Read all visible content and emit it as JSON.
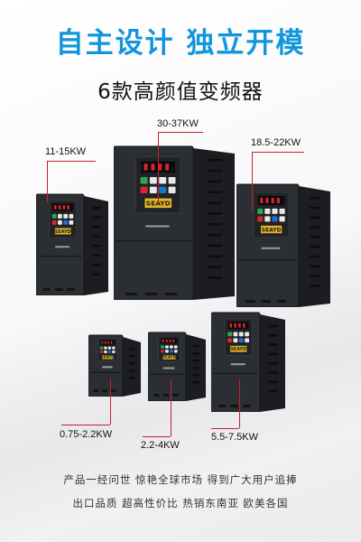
{
  "headline": "自主设计 独立开模",
  "subheadline": "6款高颜值变频器",
  "panel_brand": "SEAYD",
  "products": [
    {
      "power": "11-15KW"
    },
    {
      "power": "30-37KW"
    },
    {
      "power": "18.5-22KW"
    },
    {
      "power": "0.75-2.2KW"
    },
    {
      "power": "2.2-4KW"
    },
    {
      "power": "5.5-7.5KW"
    }
  ],
  "footer": {
    "line1": "产品一经问世 惊艳全球市场 得到广大用户追捧",
    "line2": "出口品质 超高性价比 热销东南亚 欧美各国"
  },
  "colors": {
    "headline": "#1296db",
    "leader": "#c7212b",
    "body": "#2b2e33",
    "body_side": "#1b1d21"
  }
}
